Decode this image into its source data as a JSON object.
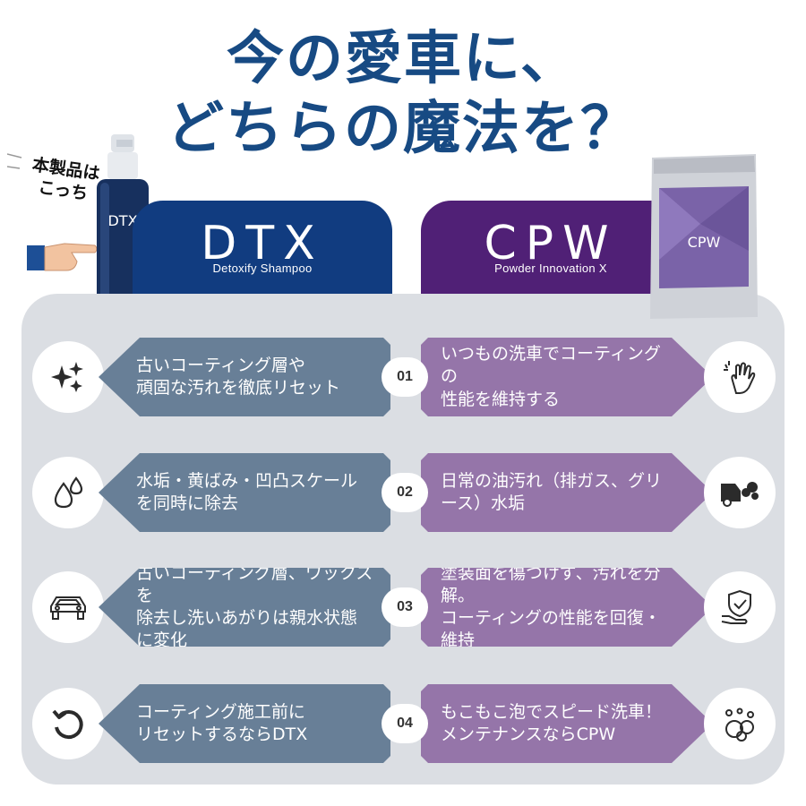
{
  "headline": {
    "line1": "今の愛車に、",
    "line2": "どちらの魔法を？"
  },
  "badge": {
    "line1": "本製品は",
    "line2": "こっち"
  },
  "products": {
    "dtx": {
      "title": "DTX",
      "subtitle": "Detoxify Shampoo",
      "color": "#113c80"
    },
    "cpw": {
      "title": "CPW",
      "subtitle": "Powder Innovation X",
      "color": "#502076"
    }
  },
  "rows": [
    {
      "num": "01",
      "left": {
        "line1": "古いコーティング層や",
        "line2": "頑固な汚れを徹底リセット",
        "icon": "sparkle-icon"
      },
      "right": {
        "line1": "いつもの洗車でコーティングの",
        "line2": "性能を維持する",
        "icon": "wash-hand-icon"
      }
    },
    {
      "num": "02",
      "left": {
        "line1": "水垢・黄ばみ・凹凸スケール",
        "line2": "を同時に除去",
        "icon": "water-drops-icon"
      },
      "right": {
        "line1": "日常の油汚れ（排ガス、グリ",
        "line2": "ース）水垢",
        "icon": "exhaust-car-icon"
      }
    },
    {
      "num": "03",
      "left": {
        "line1": "古いコーティング層、ワックスを",
        "line2": "除去し洗いあがりは親水状態",
        "line3": "に変化",
        "icon": "car-icon"
      },
      "right": {
        "line1": "塗装面を傷つけず、汚れを分解。",
        "line2": "コーティングの性能を回復・維持",
        "icon": "shield-hand-icon"
      }
    },
    {
      "num": "04",
      "left": {
        "line1": "コーティング施工前に",
        "line2": "リセットするならDTX",
        "icon": "reset-icon"
      },
      "right": {
        "line1": "もこもこ泡でスピード洗車！",
        "line2": "メンテナンスならCPW",
        "icon": "bubbles-icon"
      }
    }
  ],
  "colors": {
    "headline": "#174a83",
    "left_arrow": "#687f97",
    "right_arrow": "#9575a9",
    "panel": "#dbdee3"
  }
}
